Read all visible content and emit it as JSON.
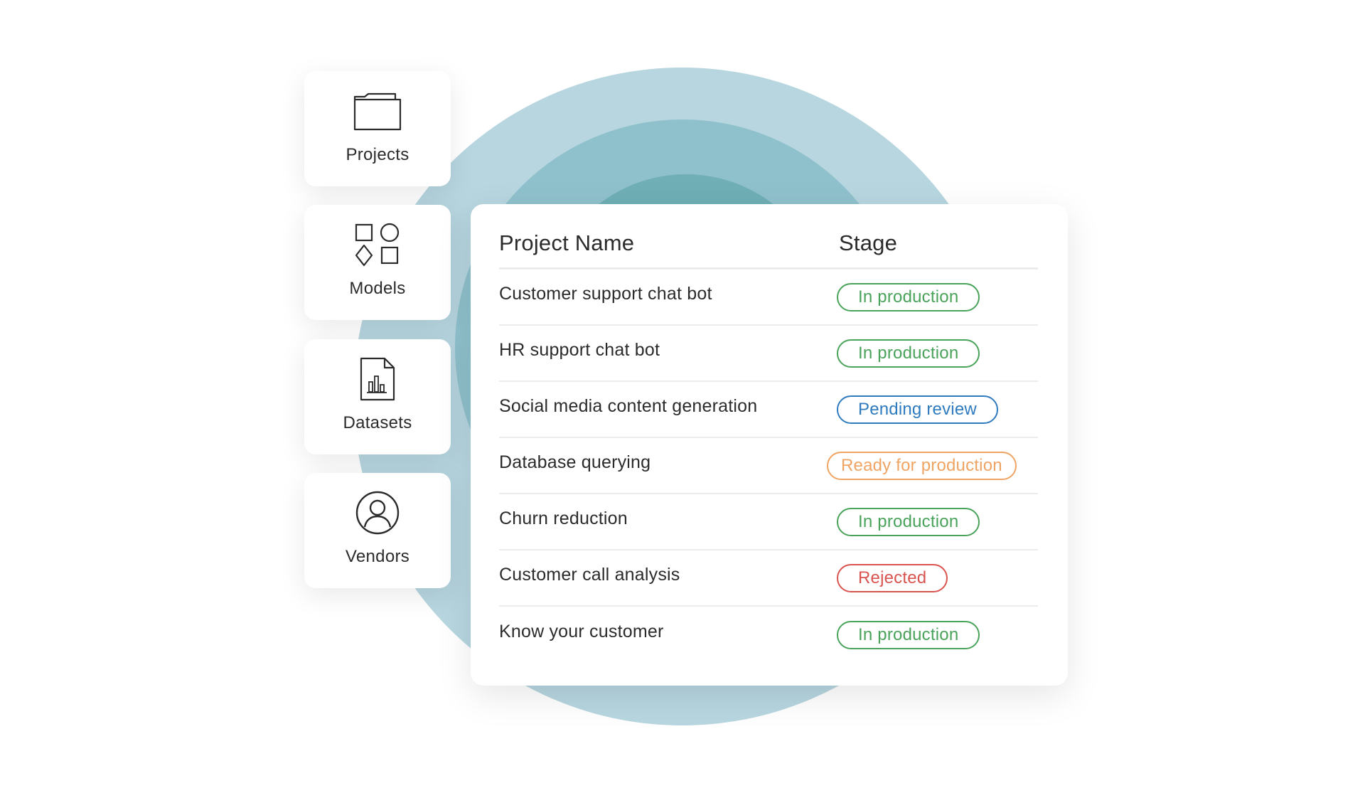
{
  "colors": {
    "ring_outer": "#b7d6e0",
    "ring_middle": "#8fc1cc",
    "ring_inner": "#6fafb5",
    "status_in_production": "#4aa35a",
    "status_pending_review": "#2f7bbf",
    "status_ready_for_production": "#f0a464",
    "status_rejected": "#d9534f"
  },
  "sidebar": {
    "items": [
      {
        "label": "Projects",
        "icon": "folder-icon"
      },
      {
        "label": "Models",
        "icon": "shapes-icon"
      },
      {
        "label": "Datasets",
        "icon": "chart-document-icon"
      },
      {
        "label": "Vendors",
        "icon": "user-circle-icon"
      }
    ]
  },
  "table": {
    "headers": {
      "name": "Project Name",
      "stage": "Stage"
    },
    "rows": [
      {
        "name": "Customer support chat bot",
        "stage": "In production",
        "status": "in_production"
      },
      {
        "name": "HR support chat bot",
        "stage": "In production",
        "status": "in_production"
      },
      {
        "name": "Social media content generation",
        "stage": "Pending review",
        "status": "pending_review"
      },
      {
        "name": "Database querying",
        "stage": "Ready for production",
        "status": "ready_for_production"
      },
      {
        "name": "Churn reduction",
        "stage": "In production",
        "status": "in_production"
      },
      {
        "name": "Customer call analysis",
        "stage": "Rejected",
        "status": "rejected"
      },
      {
        "name": "Know your customer",
        "stage": "In production",
        "status": "in_production"
      }
    ]
  }
}
